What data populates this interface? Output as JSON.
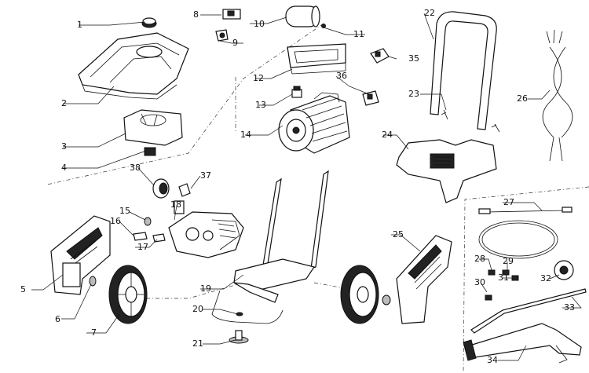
{
  "diagram": {
    "callouts": [
      {
        "n": "1"
      },
      {
        "n": "2"
      },
      {
        "n": "3"
      },
      {
        "n": "4"
      },
      {
        "n": "5"
      },
      {
        "n": "6"
      },
      {
        "n": "7"
      },
      {
        "n": "8"
      },
      {
        "n": "9"
      },
      {
        "n": "10"
      },
      {
        "n": "11"
      },
      {
        "n": "12"
      },
      {
        "n": "13"
      },
      {
        "n": "14"
      },
      {
        "n": "15"
      },
      {
        "n": "16"
      },
      {
        "n": "17"
      },
      {
        "n": "18"
      },
      {
        "n": "19"
      },
      {
        "n": "20"
      },
      {
        "n": "21"
      },
      {
        "n": "22"
      },
      {
        "n": "23"
      },
      {
        "n": "24"
      },
      {
        "n": "25"
      },
      {
        "n": "26"
      },
      {
        "n": "27"
      },
      {
        "n": "28"
      },
      {
        "n": "29"
      },
      {
        "n": "30"
      },
      {
        "n": "31"
      },
      {
        "n": "32"
      },
      {
        "n": "33"
      },
      {
        "n": "34"
      },
      {
        "n": "35"
      },
      {
        "n": "36"
      },
      {
        "n": "37"
      },
      {
        "n": "38"
      }
    ]
  }
}
